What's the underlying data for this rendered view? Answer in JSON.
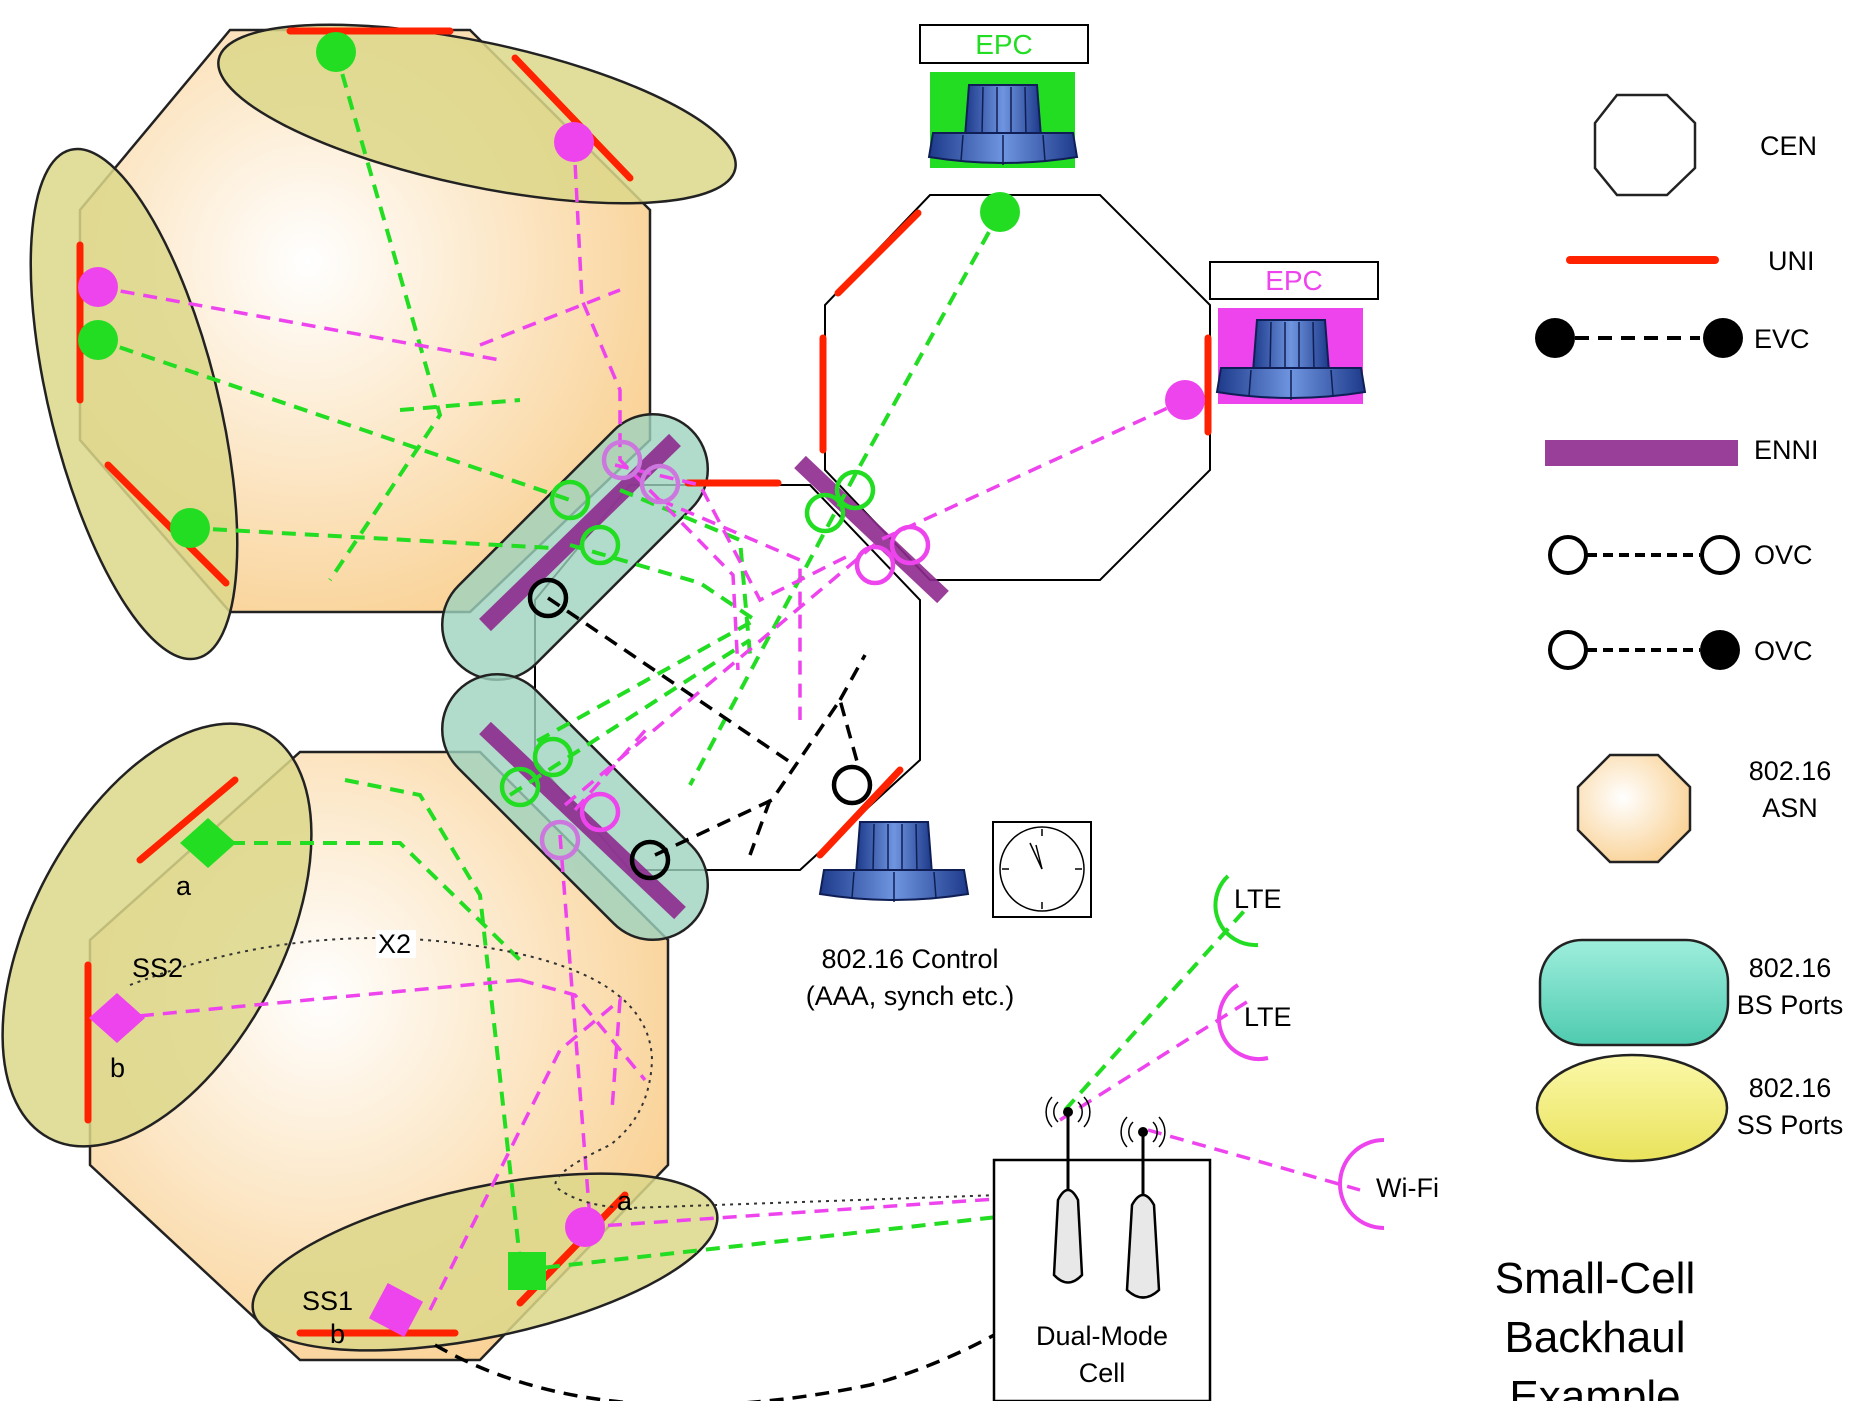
{
  "epc_top": {
    "label": "EPC",
    "color": "#22dd22"
  },
  "epc_right": {
    "label": "EPC",
    "color": "#ee33ee"
  },
  "control": {
    "line1": "802.16 Control",
    "line2": "(AAA, synch etc.)"
  },
  "labels": {
    "ss2_a": "a",
    "ss2_name": "SS2",
    "ss2_b": "b",
    "x2": "X2",
    "ss1_a": "a",
    "ss1_name": "SS1",
    "ss1_b": "b",
    "lte1": "LTE",
    "lte2": "LTE",
    "wifi": "Wi-Fi",
    "cell_line1": "Dual-Mode",
    "cell_line2": "Cell"
  },
  "legend": {
    "cen": "CEN",
    "uni": "UNI",
    "evc": "EVC",
    "enni": "ENNI",
    "ovc1": "OVC",
    "ovc2": "OVC",
    "asn_line1": "802.16",
    "asn_line2": "ASN",
    "bs_line1": "802.16",
    "bs_line2": "BS Ports",
    "ss_line1": "802.16",
    "ss_line2": "SS Ports"
  },
  "title": {
    "line1": "Small-Cell",
    "line2": "Backhaul",
    "line3": "Example"
  },
  "colors": {
    "uni": "#ff2200",
    "enni": "#8e2a8e",
    "green": "#22dd22",
    "magenta": "#ee44ee",
    "asn": "#fbd6a0",
    "ss_port": "#dcd78a",
    "bs_port": "#9ed2be",
    "legend_bs": "#6fdcc4",
    "legend_ss": "#f3ef7d"
  }
}
